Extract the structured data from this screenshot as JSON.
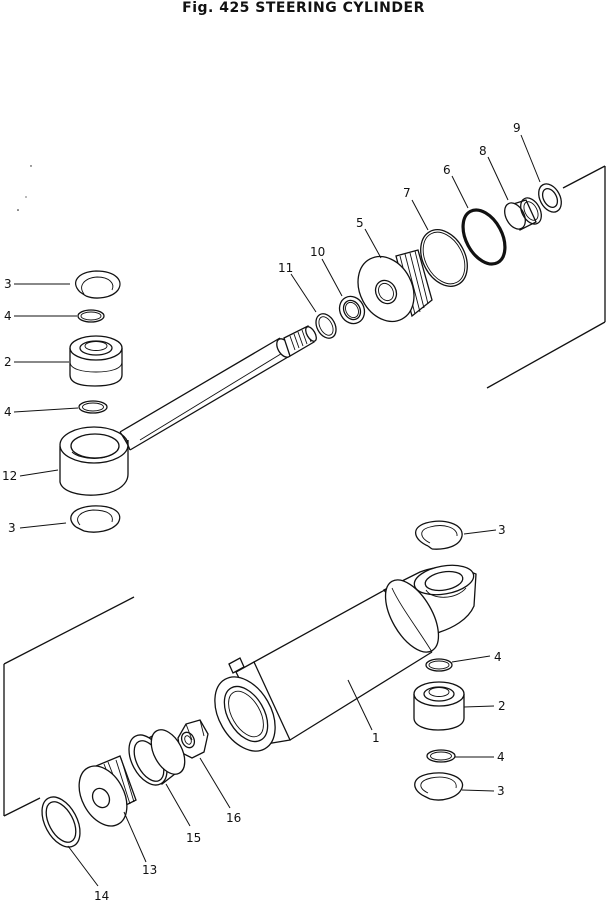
{
  "title": "Fig. 425   STEERING CYLINDER",
  "callouts": {
    "rod_end_snapring_top": "3",
    "rod_end_ring_top": "4",
    "rod_end_bushing": "2",
    "rod_end_ring_bottom": "4",
    "piston_rod": "12",
    "rod_end_snapring_bottom": "3",
    "snap_ring_11": "11",
    "ring_10": "10",
    "cylinder_head": "5",
    "o_ring_7": "7",
    "o_ring_6": "6",
    "bushing_8": "8",
    "seal_9": "9",
    "bottom_snapring_top": "3",
    "bottom_ring_top": "4",
    "bottom_bushing": "2",
    "bottom_ring_bottom": "4",
    "bottom_snapring_bottom": "3",
    "cylinder_tube": "1",
    "nut_16": "16",
    "ring_15": "15",
    "piston_13": "13",
    "ring_14": "14"
  }
}
